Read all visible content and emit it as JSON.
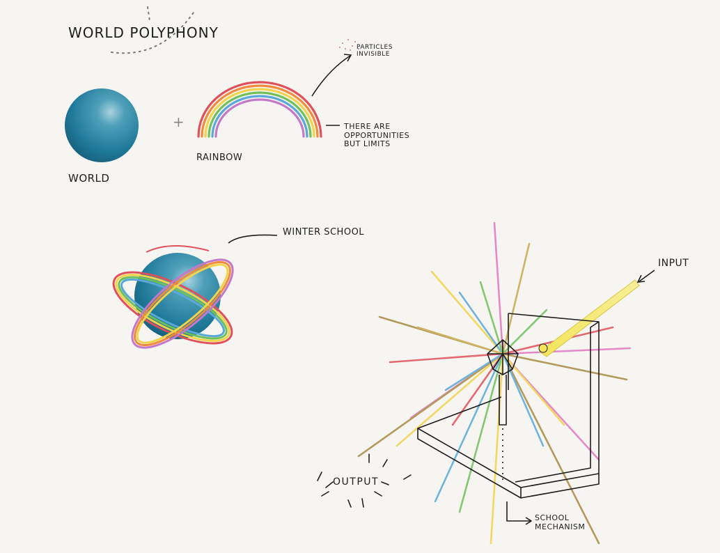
{
  "title": "WORLD POLYPHONY",
  "labels": {
    "world": "WORLD",
    "rainbow": "RAINBOW",
    "plus": "+",
    "particles": "PARTICLES\nINVISIBLE",
    "opportunities": "THERE ARE\nOPPORTUNITIES\nBUT LIMITS",
    "winter_school": "WINTER SCHOOL",
    "input": "INPUT",
    "output": "OUTPUT",
    "school_mechanism": "SCHOOL\nMECHANISM"
  },
  "colors": {
    "paper": "#f7f5f2",
    "globe": "#1f7a9a",
    "rainbow": [
      "#e0505a",
      "#f28a3c",
      "#f2d34a",
      "#6fbf5a",
      "#5aa8d8",
      "#c478c8"
    ],
    "ink": "#1d1d1d"
  }
}
